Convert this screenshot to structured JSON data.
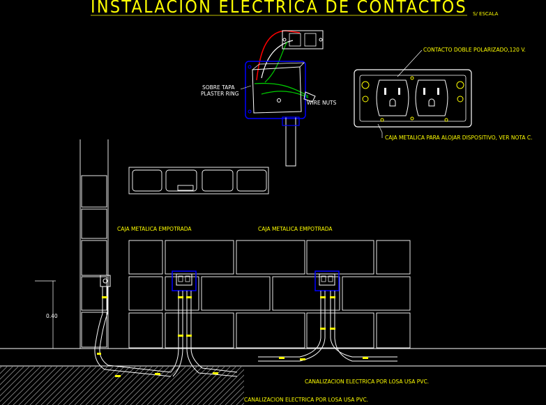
{
  "title": "INSTALACION ELECTRICA DE CONTACTOS",
  "scale_note": "S/ ESCALA",
  "labels": {
    "sobre_tapa": "SOBRE TAPA",
    "plaster_ring": "PLASTER RING",
    "wire_nuts": "WIRE NUTS",
    "contacto_doble": "CONTACTO DOBLE POLARIZADO,120 V.",
    "caja_metalica_nota": "CAJA METALICA PARA ALOJAR DISPOSITIVO, VER NOTA C.",
    "caja_empotrada_left": "CAJA METALICA EMPOTRADA",
    "caja_empotrada_right": "CAJA METALICA EMPOTRADA",
    "height_dim": "0.40",
    "canalizacion_1": "CANALIZACION ELECTRICA POR LOSA USA PVC.",
    "canalizacion_2": "CANALIZACION ELECTRICA POR LOSA USA PVC."
  },
  "colors": {
    "background": "#000000",
    "title": "#ffff00",
    "annotation": "#ffff00",
    "line_white": "#ffffff",
    "line_blue": "#0000ff",
    "wire_green": "#00cc00",
    "wire_red": "#ff0000",
    "conduit_yellow": "#ffff00"
  }
}
